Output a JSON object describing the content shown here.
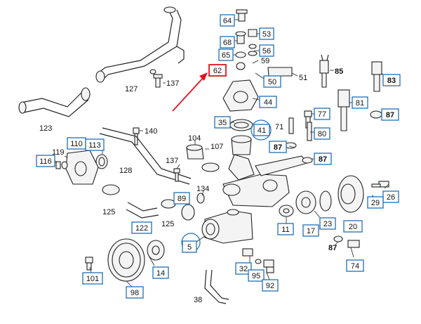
{
  "accent": {
    "box_border": "#1f6fb5",
    "highlight_border": "#e0141e",
    "arrow": "#e0141e"
  },
  "highlighted": "62",
  "labels": {
    "l64": "64",
    "l53": "53",
    "l68": "68",
    "l56": "56",
    "l65": "65",
    "l59": "59",
    "l62": "62",
    "l50": "50",
    "l51": "51",
    "l85": "85",
    "l83": "83",
    "l127": "127",
    "l137a": "137",
    "l44": "44",
    "l81": "81",
    "l77": "77",
    "l87a": "87",
    "l123": "123",
    "l35": "35",
    "l71": "71",
    "l41": "41",
    "l80": "80",
    "l140": "140",
    "l104": "104",
    "l110": "110",
    "l113": "113",
    "l107": "107",
    "l87b": "87",
    "l87c": "87",
    "l119": "119",
    "l116": "116",
    "l137b": "137",
    "l128": "128",
    "l134": "134",
    "l89": "89",
    "l26": "26",
    "l29": "29",
    "l125a": "125",
    "l125b": "125",
    "l23": "23",
    "l122": "122",
    "l11": "11",
    "l17": "17",
    "l20": "20",
    "l5": "5",
    "l87d": "87",
    "l14": "14",
    "l74": "74",
    "l101": "101",
    "l32": "32",
    "l95": "95",
    "l92": "92",
    "l98": "98",
    "l38": "38"
  }
}
